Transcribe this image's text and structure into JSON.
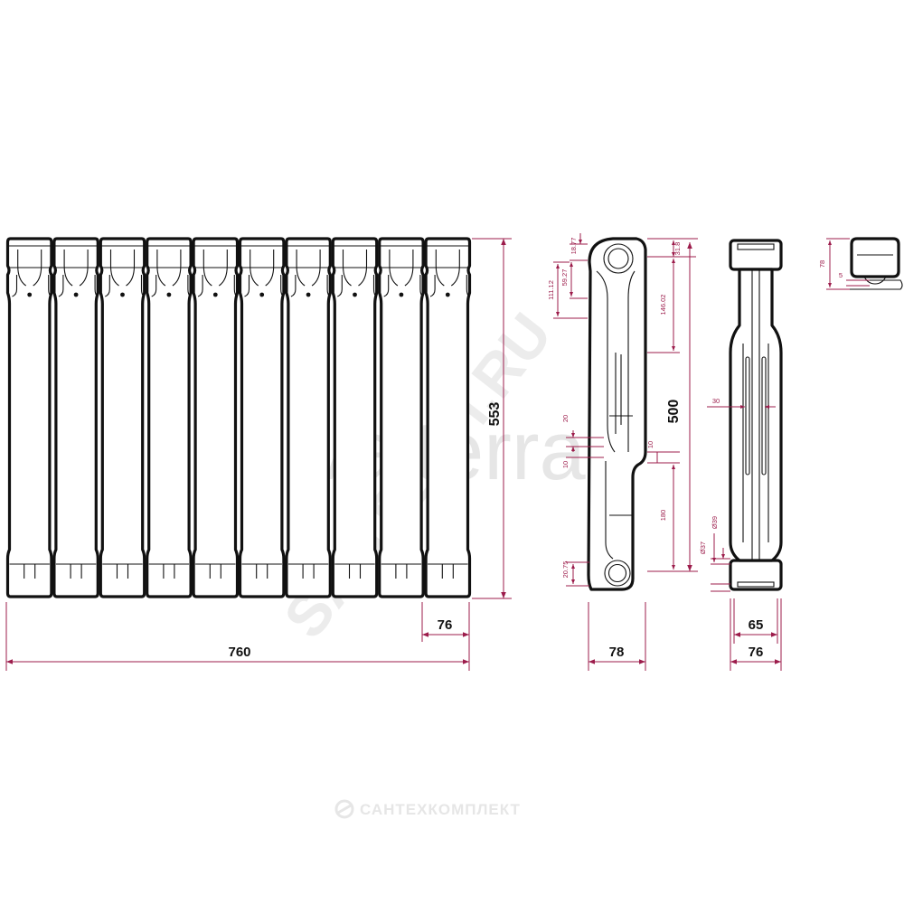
{
  "watermarks": {
    "brand": "Valterra",
    "site": "SANTECH.RU",
    "footer": "САНТЕХКОМПЛЕКТ"
  },
  "colors": {
    "dimension": "#9c1c4b",
    "outline": "#111111",
    "watermark": "#e6e6e6"
  },
  "radiator_sections": 10,
  "front_view": {
    "height": "553",
    "total_width": "760",
    "section_width": "76"
  },
  "side_view": {
    "height": "500",
    "depth": "78",
    "top_offset": "18.77",
    "upper_a": "59.27",
    "upper_b": "111.12",
    "right_top": "31.8",
    "right_upper": "146.02",
    "mid_gap": "20",
    "mid_small_left": "10",
    "mid_small_right": "10",
    "lower_height": "180",
    "bottom_offset": "20.75"
  },
  "end_view": {
    "inner_width": "65",
    "outer_width": "76",
    "center_gap": "30",
    "port_a": "Ø39",
    "port_b": "Ø37"
  },
  "gasket_view": {
    "height": "78",
    "thickness": "5"
  }
}
